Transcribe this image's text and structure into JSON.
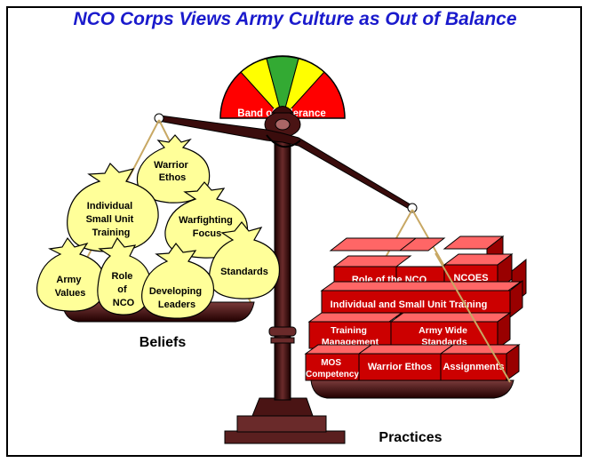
{
  "title": "NCO Corps Views Army Culture as Out of Balance",
  "gauge": {
    "label": "Band of Tolerance"
  },
  "beliefs": {
    "label": "Beliefs",
    "bags": [
      [
        "Warrior",
        "Ethos"
      ],
      [
        "Individual",
        "Small Unit",
        "Training"
      ],
      [
        "Warfighting",
        "Focus"
      ],
      [
        "Standards"
      ],
      [
        "Army",
        "Values"
      ],
      [
        "Role",
        "of",
        "NCO"
      ],
      [
        "Developing",
        "Leaders"
      ]
    ]
  },
  "practices": {
    "label": "Practices",
    "blocks": [
      "Role of the NCO",
      "NCOES",
      "Individual and Small Unit Training",
      [
        "Training",
        "Management"
      ],
      [
        "Army Wide",
        "Standards"
      ],
      [
        "MOS",
        "Competency"
      ],
      "Warrior Ethos",
      "Assignments"
    ]
  },
  "colors": {
    "title": "#1a1acc",
    "bag_fill": "#ffff99",
    "block_front": "#cc0000",
    "block_top": "#ff6666",
    "block_side": "#990000",
    "wood": "#330000",
    "gauge_red": "#ff0000",
    "gauge_yellow": "#ffff00",
    "gauge_green": "#33aa33"
  }
}
